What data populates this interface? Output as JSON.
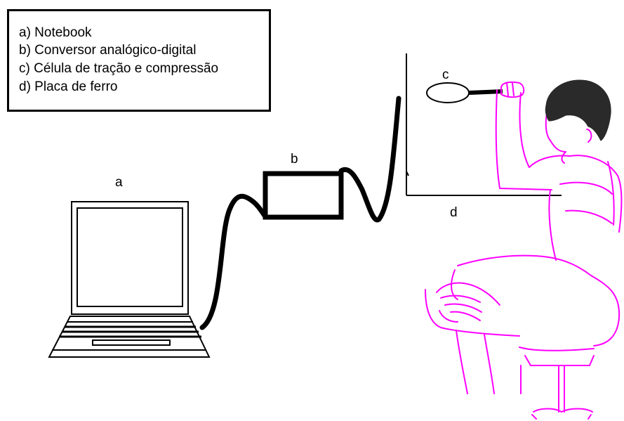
{
  "legend": {
    "items": [
      "a) Notebook",
      "b) Conversor analógico-digital",
      "c) Célula de tração e compressão",
      "d) Placa de ferro"
    ]
  },
  "labels": {
    "a": "a",
    "b": "b",
    "c": "c",
    "d": "d"
  },
  "colors": {
    "line": "#000000",
    "person": "#ff00ff",
    "background": "#ffffff"
  },
  "icons": {
    "laptop": "laptop-icon",
    "converter": "converter-box",
    "load_cell": "load-cell",
    "iron_plate": "iron-plate",
    "person": "seated-person"
  }
}
